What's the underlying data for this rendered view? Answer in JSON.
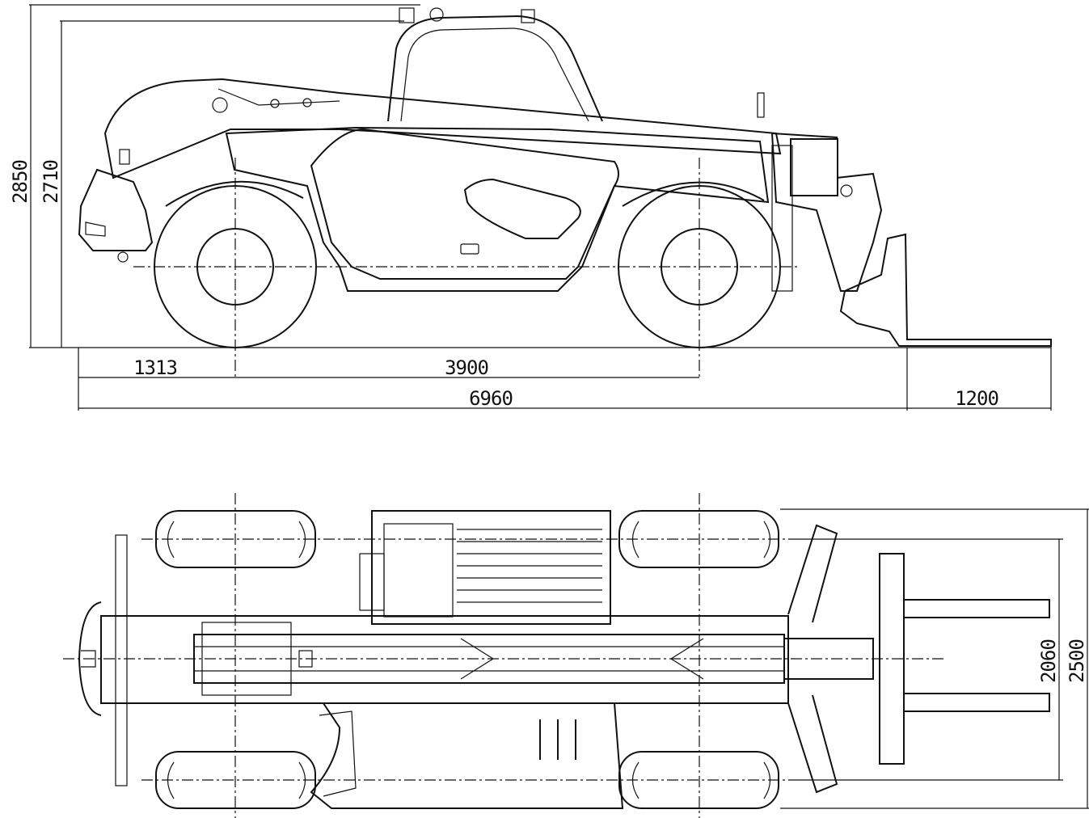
{
  "dimensions": {
    "overall_height": "2850",
    "cab_height": "2710",
    "front_overhang": "1313",
    "wheelbase": "3900",
    "overall_length": "6960",
    "fork_length": "1200",
    "track_width": "2060",
    "overall_width": "2500"
  }
}
